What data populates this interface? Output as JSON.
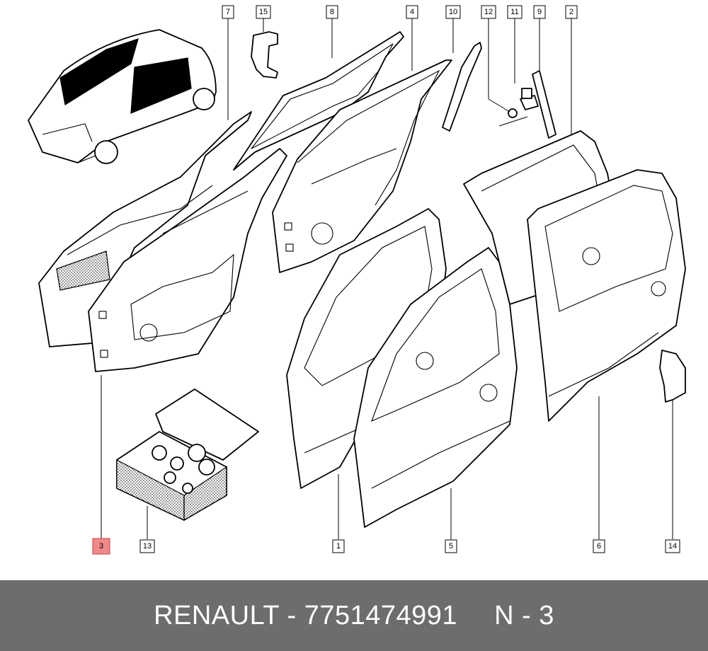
{
  "callouts": [
    {
      "id": "1",
      "label": "1"
    },
    {
      "id": "2",
      "label": "2"
    },
    {
      "id": "3",
      "label": "3",
      "highlight": true
    },
    {
      "id": "4",
      "label": "4"
    },
    {
      "id": "5",
      "label": "5"
    },
    {
      "id": "6",
      "label": "6"
    },
    {
      "id": "7",
      "label": "7"
    },
    {
      "id": "8",
      "label": "8"
    },
    {
      "id": "9",
      "label": "9"
    },
    {
      "id": "10",
      "label": "10"
    },
    {
      "id": "11",
      "label": "11"
    },
    {
      "id": "12",
      "label": "12"
    },
    {
      "id": "13",
      "label": "13"
    },
    {
      "id": "14",
      "label": "14"
    },
    {
      "id": "15",
      "label": "15"
    }
  ],
  "highlight_color": "#f08a8a",
  "footer": {
    "brand": "RENAULT",
    "separator": " - ",
    "part_number": "7751474991",
    "page_ref": "N - 3",
    "background": "#6d6d6d"
  }
}
